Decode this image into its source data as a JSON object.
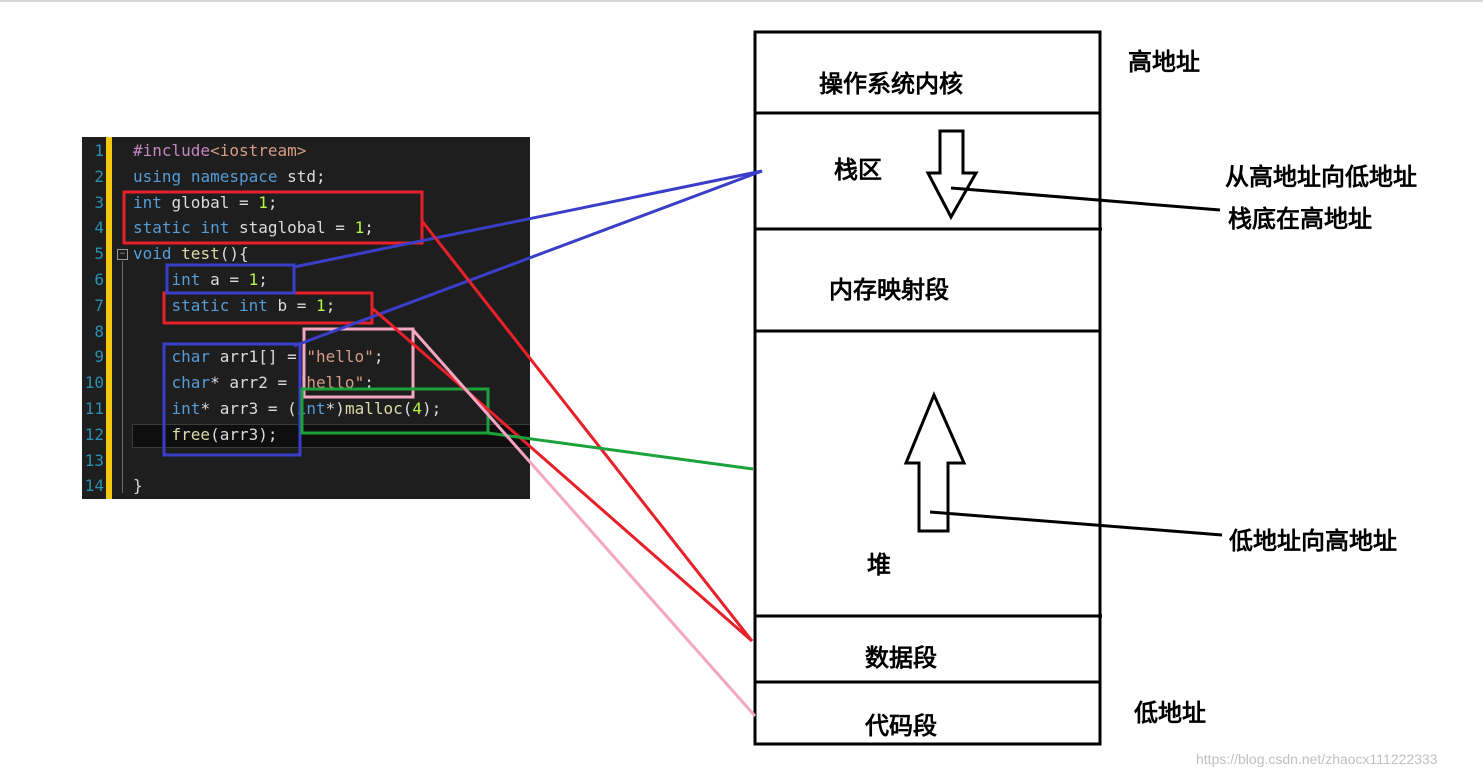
{
  "code": {
    "lines": [
      {
        "no": "1",
        "parts": [
          {
            "c": "pp",
            "t": "#include"
          },
          {
            "c": "inc",
            "t": "<iostream>"
          }
        ]
      },
      {
        "no": "2",
        "parts": [
          {
            "c": "k",
            "t": "using"
          },
          {
            "c": "pl",
            "t": " "
          },
          {
            "c": "k",
            "t": "namespace"
          },
          {
            "c": "pl",
            "t": " std;"
          }
        ]
      },
      {
        "no": "3",
        "parts": [
          {
            "c": "k",
            "t": "int"
          },
          {
            "c": "pl",
            "t": " global = "
          },
          {
            "c": "num",
            "t": "1"
          },
          {
            "c": "pl",
            "t": ";"
          }
        ]
      },
      {
        "no": "4",
        "parts": [
          {
            "c": "k",
            "t": "static"
          },
          {
            "c": "pl",
            "t": " "
          },
          {
            "c": "k",
            "t": "int"
          },
          {
            "c": "pl",
            "t": " staglobal = "
          },
          {
            "c": "num",
            "t": "1"
          },
          {
            "c": "pl",
            "t": ";"
          }
        ]
      },
      {
        "no": "5",
        "parts": [
          {
            "c": "k",
            "t": "void"
          },
          {
            "c": "pl",
            "t": " "
          },
          {
            "c": "fn",
            "t": "test"
          },
          {
            "c": "pl",
            "t": "(){"
          }
        ]
      },
      {
        "no": "6",
        "parts": [
          {
            "c": "pl",
            "t": "    "
          },
          {
            "c": "k",
            "t": "int"
          },
          {
            "c": "pl",
            "t": " a = "
          },
          {
            "c": "num",
            "t": "1"
          },
          {
            "c": "pl",
            "t": ";"
          }
        ]
      },
      {
        "no": "7",
        "parts": [
          {
            "c": "pl",
            "t": "    "
          },
          {
            "c": "k",
            "t": "static"
          },
          {
            "c": "pl",
            "t": " "
          },
          {
            "c": "k",
            "t": "int"
          },
          {
            "c": "pl",
            "t": " b = "
          },
          {
            "c": "num",
            "t": "1"
          },
          {
            "c": "pl",
            "t": ";"
          }
        ]
      },
      {
        "no": "8",
        "parts": []
      },
      {
        "no": "9",
        "parts": [
          {
            "c": "pl",
            "t": "    "
          },
          {
            "c": "k",
            "t": "char"
          },
          {
            "c": "pl",
            "t": " arr1[] = "
          },
          {
            "c": "str",
            "t": "\"hello\""
          },
          {
            "c": "pl",
            "t": ";"
          }
        ]
      },
      {
        "no": "10",
        "parts": [
          {
            "c": "pl",
            "t": "    "
          },
          {
            "c": "k",
            "t": "char"
          },
          {
            "c": "pl",
            "t": "* arr2 = "
          },
          {
            "c": "str",
            "t": "\"hello\""
          },
          {
            "c": "pl",
            "t": ";"
          }
        ]
      },
      {
        "no": "11",
        "parts": [
          {
            "c": "pl",
            "t": "    "
          },
          {
            "c": "k",
            "t": "int"
          },
          {
            "c": "pl",
            "t": "* arr3 = ("
          },
          {
            "c": "k",
            "t": "int"
          },
          {
            "c": "pl",
            "t": "*)"
          },
          {
            "c": "fn",
            "t": "malloc"
          },
          {
            "c": "pl",
            "t": "("
          },
          {
            "c": "num",
            "t": "4"
          },
          {
            "c": "pl",
            "t": ");"
          }
        ]
      },
      {
        "no": "12",
        "parts": [
          {
            "c": "pl",
            "t": "    "
          },
          {
            "c": "fn",
            "t": "free"
          },
          {
            "c": "pl",
            "t": "(arr3);"
          }
        ]
      },
      {
        "no": "13",
        "parts": []
      },
      {
        "no": "14",
        "parts": [
          {
            "c": "pl",
            "t": "}"
          }
        ]
      }
    ]
  },
  "memory": {
    "kernel": "操作系统内核",
    "stack": "栈区",
    "mmap": "内存映射段",
    "heap": "堆",
    "data": "数据段",
    "code": "代码段"
  },
  "labels": {
    "high_addr": "高地址",
    "low_addr": "低地址",
    "stack_dir_1": "从高地址向低地址",
    "stack_dir_2": "栈底在高地址",
    "heap_dir": "低地址向高地址"
  },
  "watermark": "https://blog.csdn.net/zhaocx111222333",
  "colors": {
    "red": "#e8202a",
    "blue": "#3a3ec8",
    "green": "#1ca23a",
    "pink": "#f4a6c2",
    "gutter_bar": "#f2c811"
  }
}
